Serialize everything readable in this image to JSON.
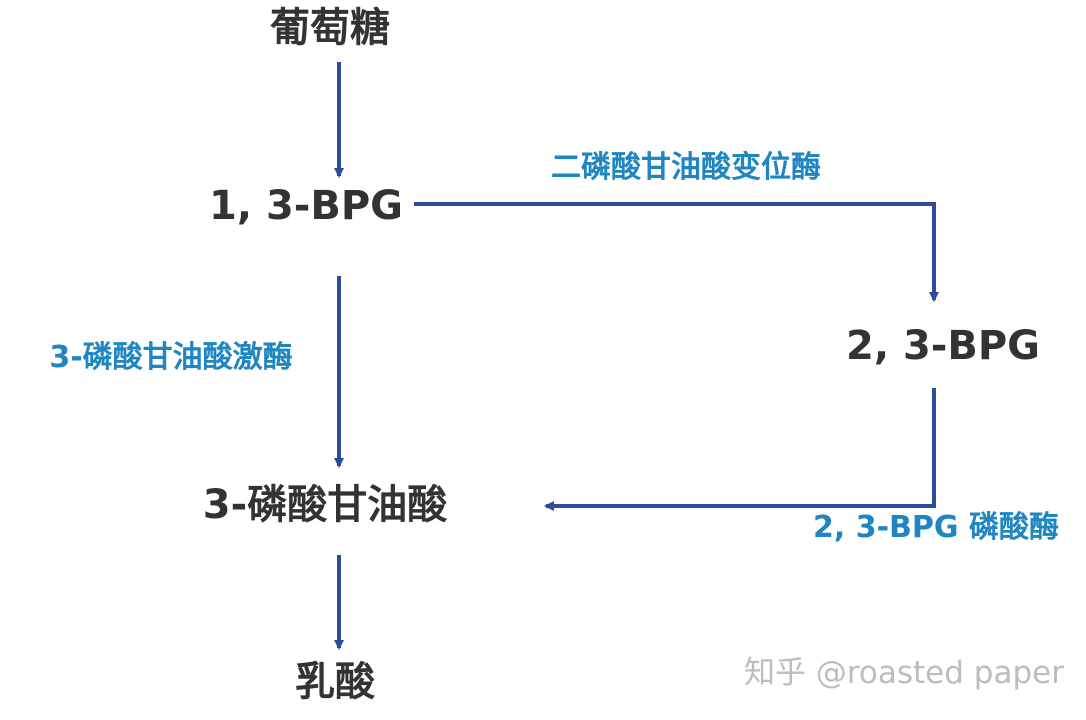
{
  "nodes": {
    "glucose": "葡萄糖",
    "bpg13": "1, 3-BPG",
    "bpg23": "2, 3-BPG",
    "pg3": "3-磷酸甘油酸",
    "lactate": "乳酸"
  },
  "enzymes": {
    "mutase": "二磷酸甘油酸变位酶",
    "kinase": "3-磷酸甘油酸激酶",
    "phosphatase": "2, 3-BPG 磷酸酶"
  },
  "watermark": "知乎 @roasted paper",
  "colors": {
    "arrow": "#2d4b9b",
    "node_text": "#333333",
    "enzyme_text": "#1f86c2",
    "watermark_text": "#bdbdbd"
  }
}
